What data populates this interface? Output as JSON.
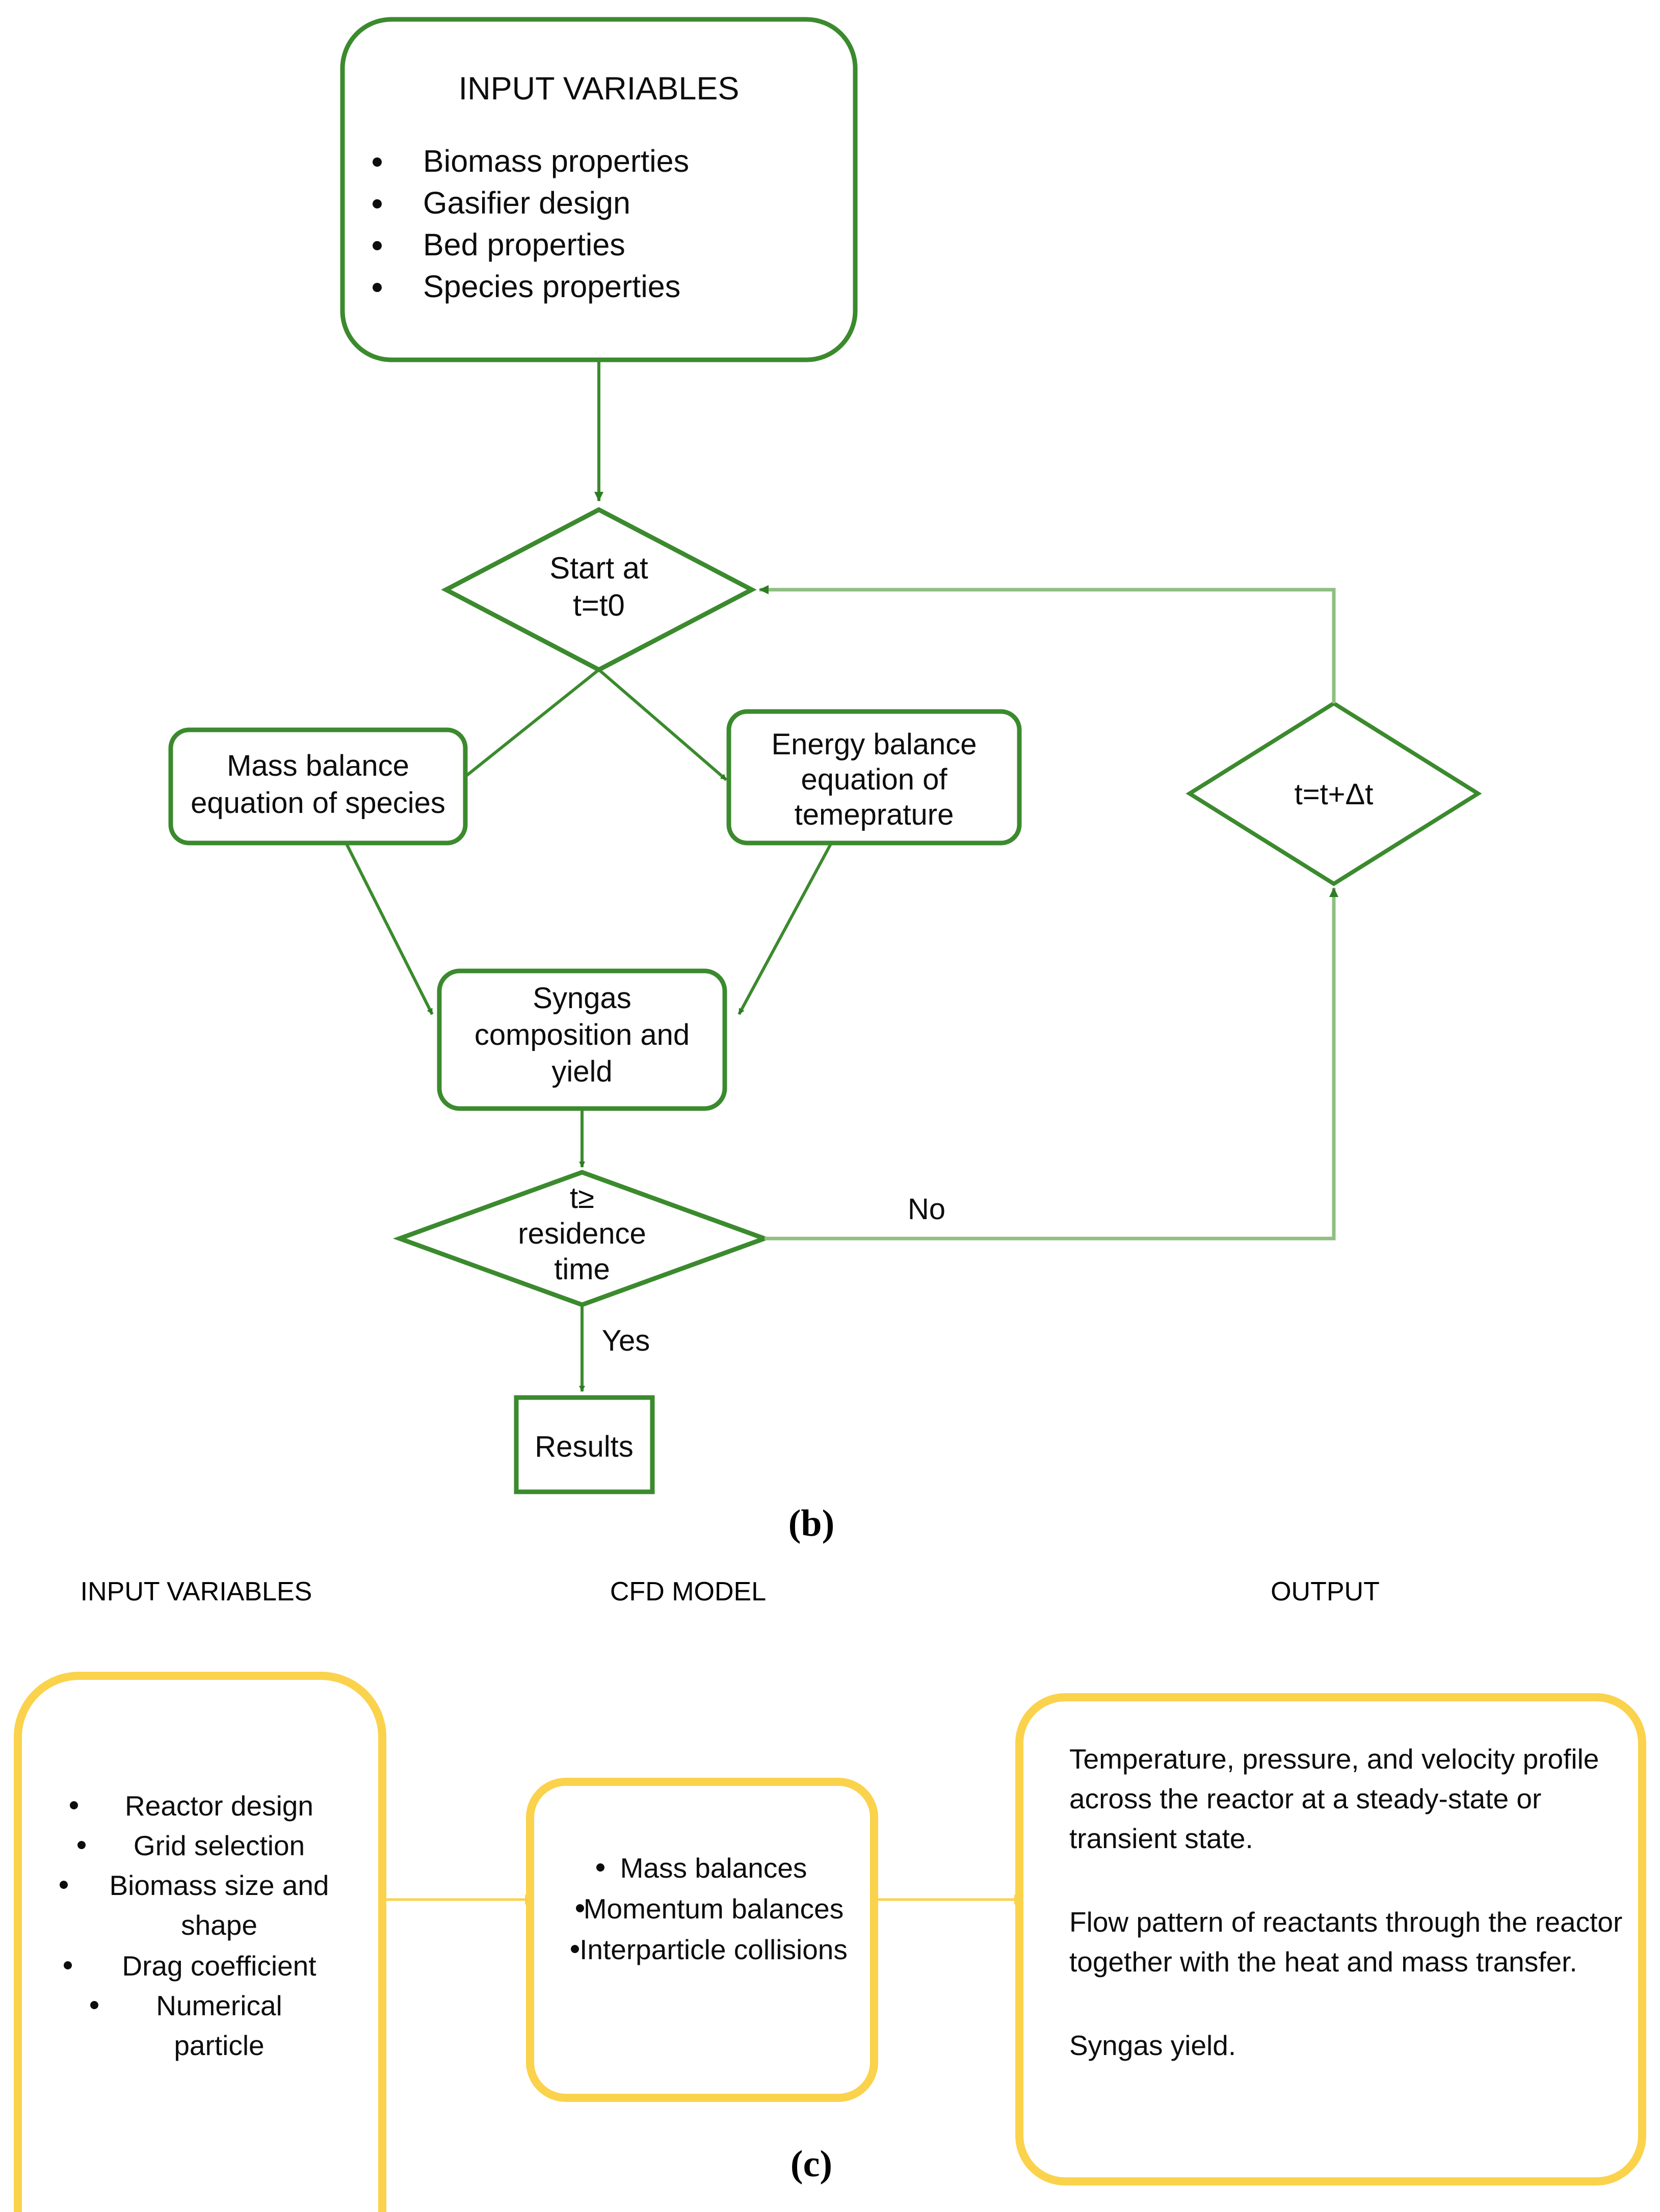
{
  "colors": {
    "green": "#3B8A2E",
    "green_light": "#8FBF82",
    "yellow": "#FBD24B",
    "text": "#0D0D0D"
  },
  "panel_b": {
    "label": "(b)",
    "input_box": {
      "title": "INPUT VARIABLES",
      "bullets": [
        "Biomass properties",
        "Gasifier design",
        "Bed properties",
        "Species properties"
      ]
    },
    "start_node": {
      "lines": [
        "Start at",
        "t=t0"
      ]
    },
    "mass_balance": {
      "lines": [
        "Mass balance",
        "equation of species"
      ]
    },
    "energy_balance": {
      "lines": [
        "Energy balance",
        "equation of",
        "temeprature"
      ]
    },
    "time_step": {
      "lines": [
        "t=t+Δt"
      ]
    },
    "syngas": {
      "lines": [
        "Syngas",
        "composition and",
        "yield"
      ]
    },
    "decision": {
      "lines": [
        "t≥",
        "residence",
        "time"
      ]
    },
    "results": {
      "lines": [
        "Results"
      ]
    },
    "edge_labels": {
      "no": "No",
      "yes": "Yes"
    }
  },
  "panel_c": {
    "label": "(c)",
    "column_headers": [
      "INPUT VARIABLES",
      "CFD MODEL",
      "OUTPUT"
    ],
    "input_box": {
      "bullets": [
        "Reactor design",
        "Grid selection",
        "Biomass size and",
        "shape",
        "Drag coefficient",
        "Numerical",
        "particle"
      ],
      "bullet_flags": [
        true,
        true,
        true,
        false,
        true,
        true,
        false
      ]
    },
    "cfd_box": {
      "bullets": [
        "Mass balances",
        "Momentum balances",
        "Interparticle collisions"
      ]
    },
    "output_box": {
      "paragraphs": [
        [
          "Temperature, pressure, and velocity profile",
          "across the reactor at a steady-state or",
          "transient state."
        ],
        [
          "Flow pattern of reactants through the reactor",
          "together with the heat and mass transfer."
        ],
        [
          "Syngas yield."
        ]
      ]
    }
  }
}
